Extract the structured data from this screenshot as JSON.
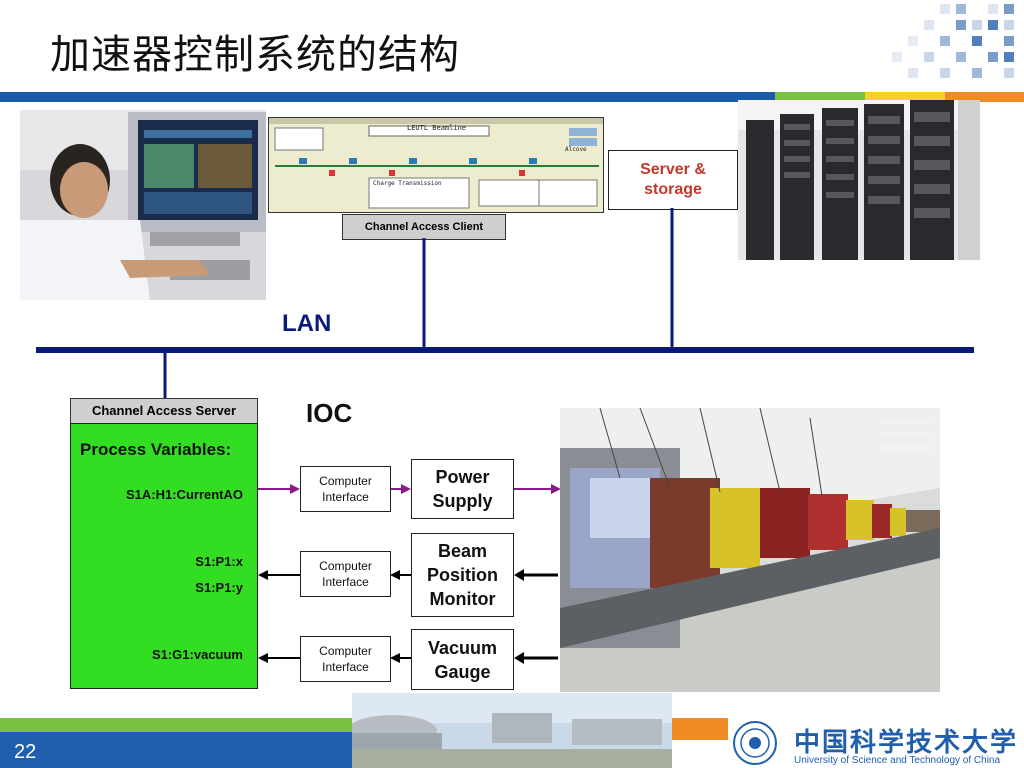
{
  "slide": {
    "title_part1": "加速器控制系",
    "title_part2": "统的结构",
    "page_number": "22"
  },
  "labels": {
    "lan": "LAN",
    "ioc": "IOC",
    "server_storage_line1": "Server &",
    "server_storage_line2": "storage",
    "channel_access_client": "Channel Access Client",
    "channel_access_server": "Channel Access Server",
    "process_variables": "Process Variables:"
  },
  "process_variables": [
    "S1A:H1:CurrentAO",
    "S1:P1:x",
    "S1:P1:y",
    "S1:G1:vacuum"
  ],
  "interfaces": [
    {
      "line1": "Computer",
      "line2": "Interface"
    },
    {
      "line1": "Computer",
      "line2": "Interface"
    },
    {
      "line1": "Computer",
      "line2": "Interface"
    }
  ],
  "devices": [
    {
      "line1": "Power",
      "line2": "Supply",
      "line3": ""
    },
    {
      "line1": "Beam",
      "line2": "Position",
      "line3": "Monitor"
    },
    {
      "line1": "Vacuum",
      "line2": "Gauge",
      "line3": ""
    }
  ],
  "screen": {
    "title": "LEUTL Beamline",
    "section": "Alcove",
    "panel": "Charge Transmission"
  },
  "university": {
    "name_cn": "中国科学技术大学",
    "name_en": "University of  Science and Technology of China"
  },
  "colors": {
    "accent_blue": "#1b5aa6",
    "lan_navy": "#0a1a7a",
    "server_red": "#c0392b",
    "pv_green": "#33dd22",
    "arrow_purple": "#8b1a8b"
  }
}
